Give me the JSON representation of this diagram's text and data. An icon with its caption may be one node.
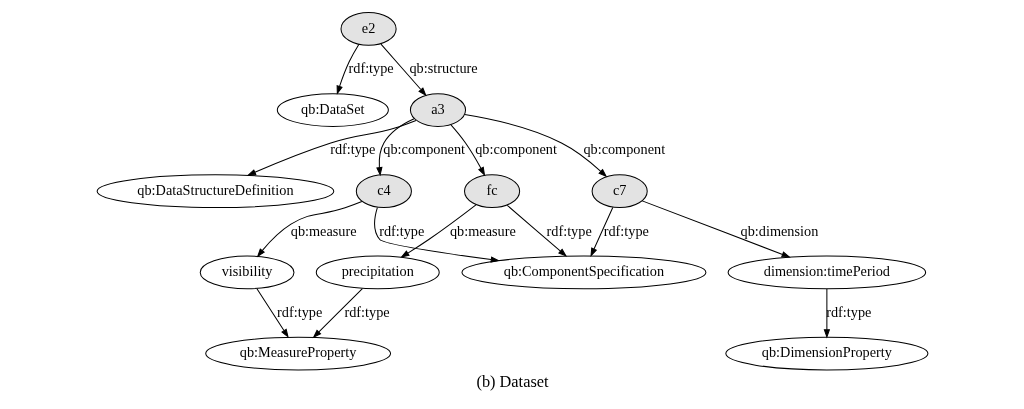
{
  "diagram": {
    "caption": "(b) Dataset",
    "nodes": [
      {
        "text": [
          "e2"
        ]
      },
      {
        "text": [
          "qb:DataSet"
        ]
      },
      {
        "text": [
          "a3"
        ]
      },
      {
        "text": [
          "qb:DataStructureDefinition"
        ]
      },
      {
        "text": [
          "c4"
        ]
      },
      {
        "text": [
          "fc"
        ]
      },
      {
        "text": [
          "c7"
        ]
      },
      {
        "text": [
          "visibility"
        ]
      },
      {
        "text": [
          "precipitation"
        ]
      },
      {
        "text": [
          "qb:ComponentSpecification"
        ]
      },
      {
        "text": [
          "dimension:timePeriod"
        ]
      },
      {
        "text": [
          "qb:MeasureProperty"
        ]
      },
      {
        "text": [
          "qb:DimensionProperty"
        ]
      }
    ],
    "edges": [
      {
        "from": 0,
        "to": 1,
        "arrow": "to",
        "label": "rdf:type"
      },
      {
        "from": 0,
        "to": 2,
        "arrow": "to",
        "label": "qb:structure"
      },
      {
        "from": 2,
        "to": 3,
        "arrow": "to",
        "label": "rdf:type"
      },
      {
        "from": 2,
        "to": 4,
        "arrow": "to",
        "label": "qb:component"
      },
      {
        "from": 2,
        "to": 5,
        "arrow": "to",
        "label": "qb:component"
      },
      {
        "from": 2,
        "to": 6,
        "arrow": "to",
        "label": "qb:component"
      },
      {
        "from": 4,
        "to": 7,
        "arrow": "to",
        "label": "qb:measure"
      },
      {
        "from": 4,
        "to": 9,
        "arrow": "to",
        "label": "rdf:type"
      },
      {
        "from": 5,
        "to": 8,
        "arrow": "to",
        "label": "qb:measure"
      },
      {
        "from": 5,
        "to": 9,
        "arrow": "to",
        "label": "rdf:type"
      },
      {
        "from": 6,
        "to": 9,
        "arrow": "to",
        "label": "rdf:type"
      },
      {
        "from": 6,
        "to": 10,
        "arrow": "to",
        "label": "qb:dimension"
      },
      {
        "from": 7,
        "to": 11,
        "arrow": "to",
        "label": "rdf:type"
      },
      {
        "from": 8,
        "to": 11,
        "arrow": "to",
        "label": "rdf:type"
      },
      {
        "from": 10,
        "to": 12,
        "arrow": "to",
        "label": "rdf:type"
      }
    ]
  }
}
